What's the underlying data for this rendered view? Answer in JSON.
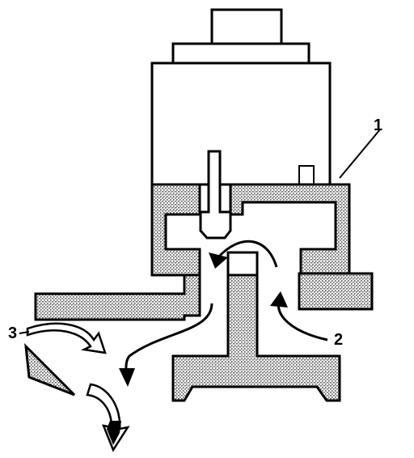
{
  "diagram": {
    "callouts": {
      "part_1": "1",
      "flow_2": "2",
      "flow_3": "3"
    }
  },
  "colors": {
    "line": "#000000",
    "background": "#ffffff",
    "stipple": "#7a7a7a"
  }
}
